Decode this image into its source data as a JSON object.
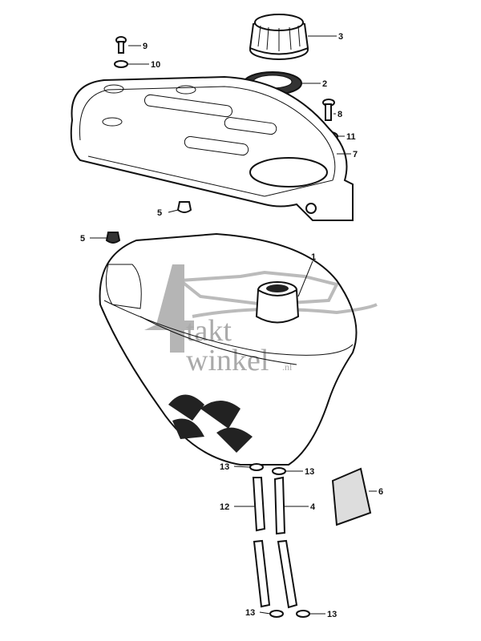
{
  "watermark": {
    "line1": "takt",
    "line2": "winkel",
    "suffix": ".nl",
    "digit": "4"
  },
  "callouts": [
    {
      "id": "9",
      "part": "screw"
    },
    {
      "id": "10",
      "part": "washer"
    },
    {
      "id": "3",
      "part": "fuel-cap"
    },
    {
      "id": "2",
      "part": "cap-gasket"
    },
    {
      "id": "8",
      "part": "bolt"
    },
    {
      "id": "11",
      "part": "washer"
    },
    {
      "id": "7",
      "part": "tank-cover"
    },
    {
      "id": "5",
      "part": "grommet"
    },
    {
      "id": "5",
      "part": "grommet"
    },
    {
      "id": "1",
      "part": "fuel-tank"
    },
    {
      "id": "13",
      "part": "clip"
    },
    {
      "id": "13",
      "part": "clip"
    },
    {
      "id": "12",
      "part": "fuel-hose"
    },
    {
      "id": "4",
      "part": "fuel-hose"
    },
    {
      "id": "6",
      "part": "pad"
    },
    {
      "id": "13",
      "part": "clip"
    },
    {
      "id": "13",
      "part": "clip"
    }
  ]
}
